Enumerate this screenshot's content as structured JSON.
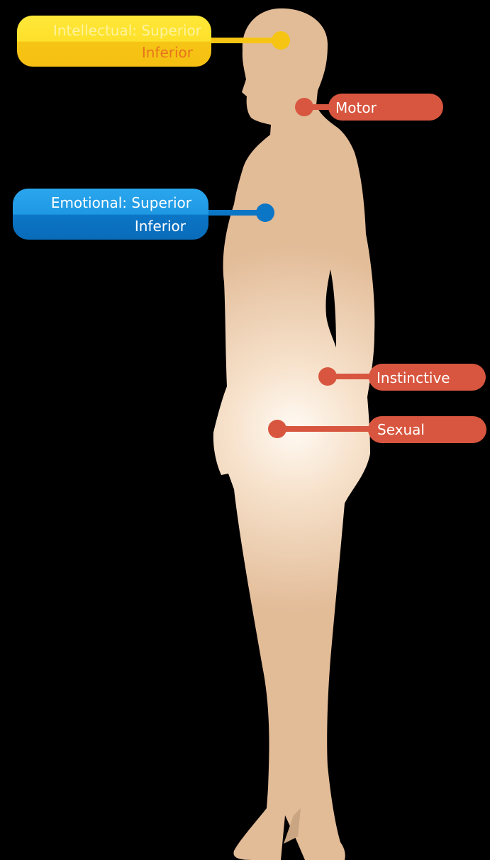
{
  "colors": {
    "background": "#000000",
    "silhouette": "#e2bb97",
    "silhouette_glow": "#fffaf3",
    "intellectual": "#f6c514",
    "intellectual_light": "#ffe83a",
    "intellectual_text_top": "#fff3a0",
    "intellectual_text_bottom": "#e7731f",
    "emotional": "#0b75c6",
    "emotional_light": "#2aa6ee",
    "emotional_text": "#ffffff",
    "lower_centers": "#d8563f",
    "lower_centers_text": "#ffffff"
  },
  "labels": {
    "intellectual": {
      "superior": "Intellectual: Superior",
      "inferior": "Inferior"
    },
    "emotional": {
      "superior": "Emotional: Superior",
      "inferior": "Inferior"
    },
    "motor": "Motor",
    "instinctive": "Instinctive",
    "sexual": "Sexual"
  }
}
